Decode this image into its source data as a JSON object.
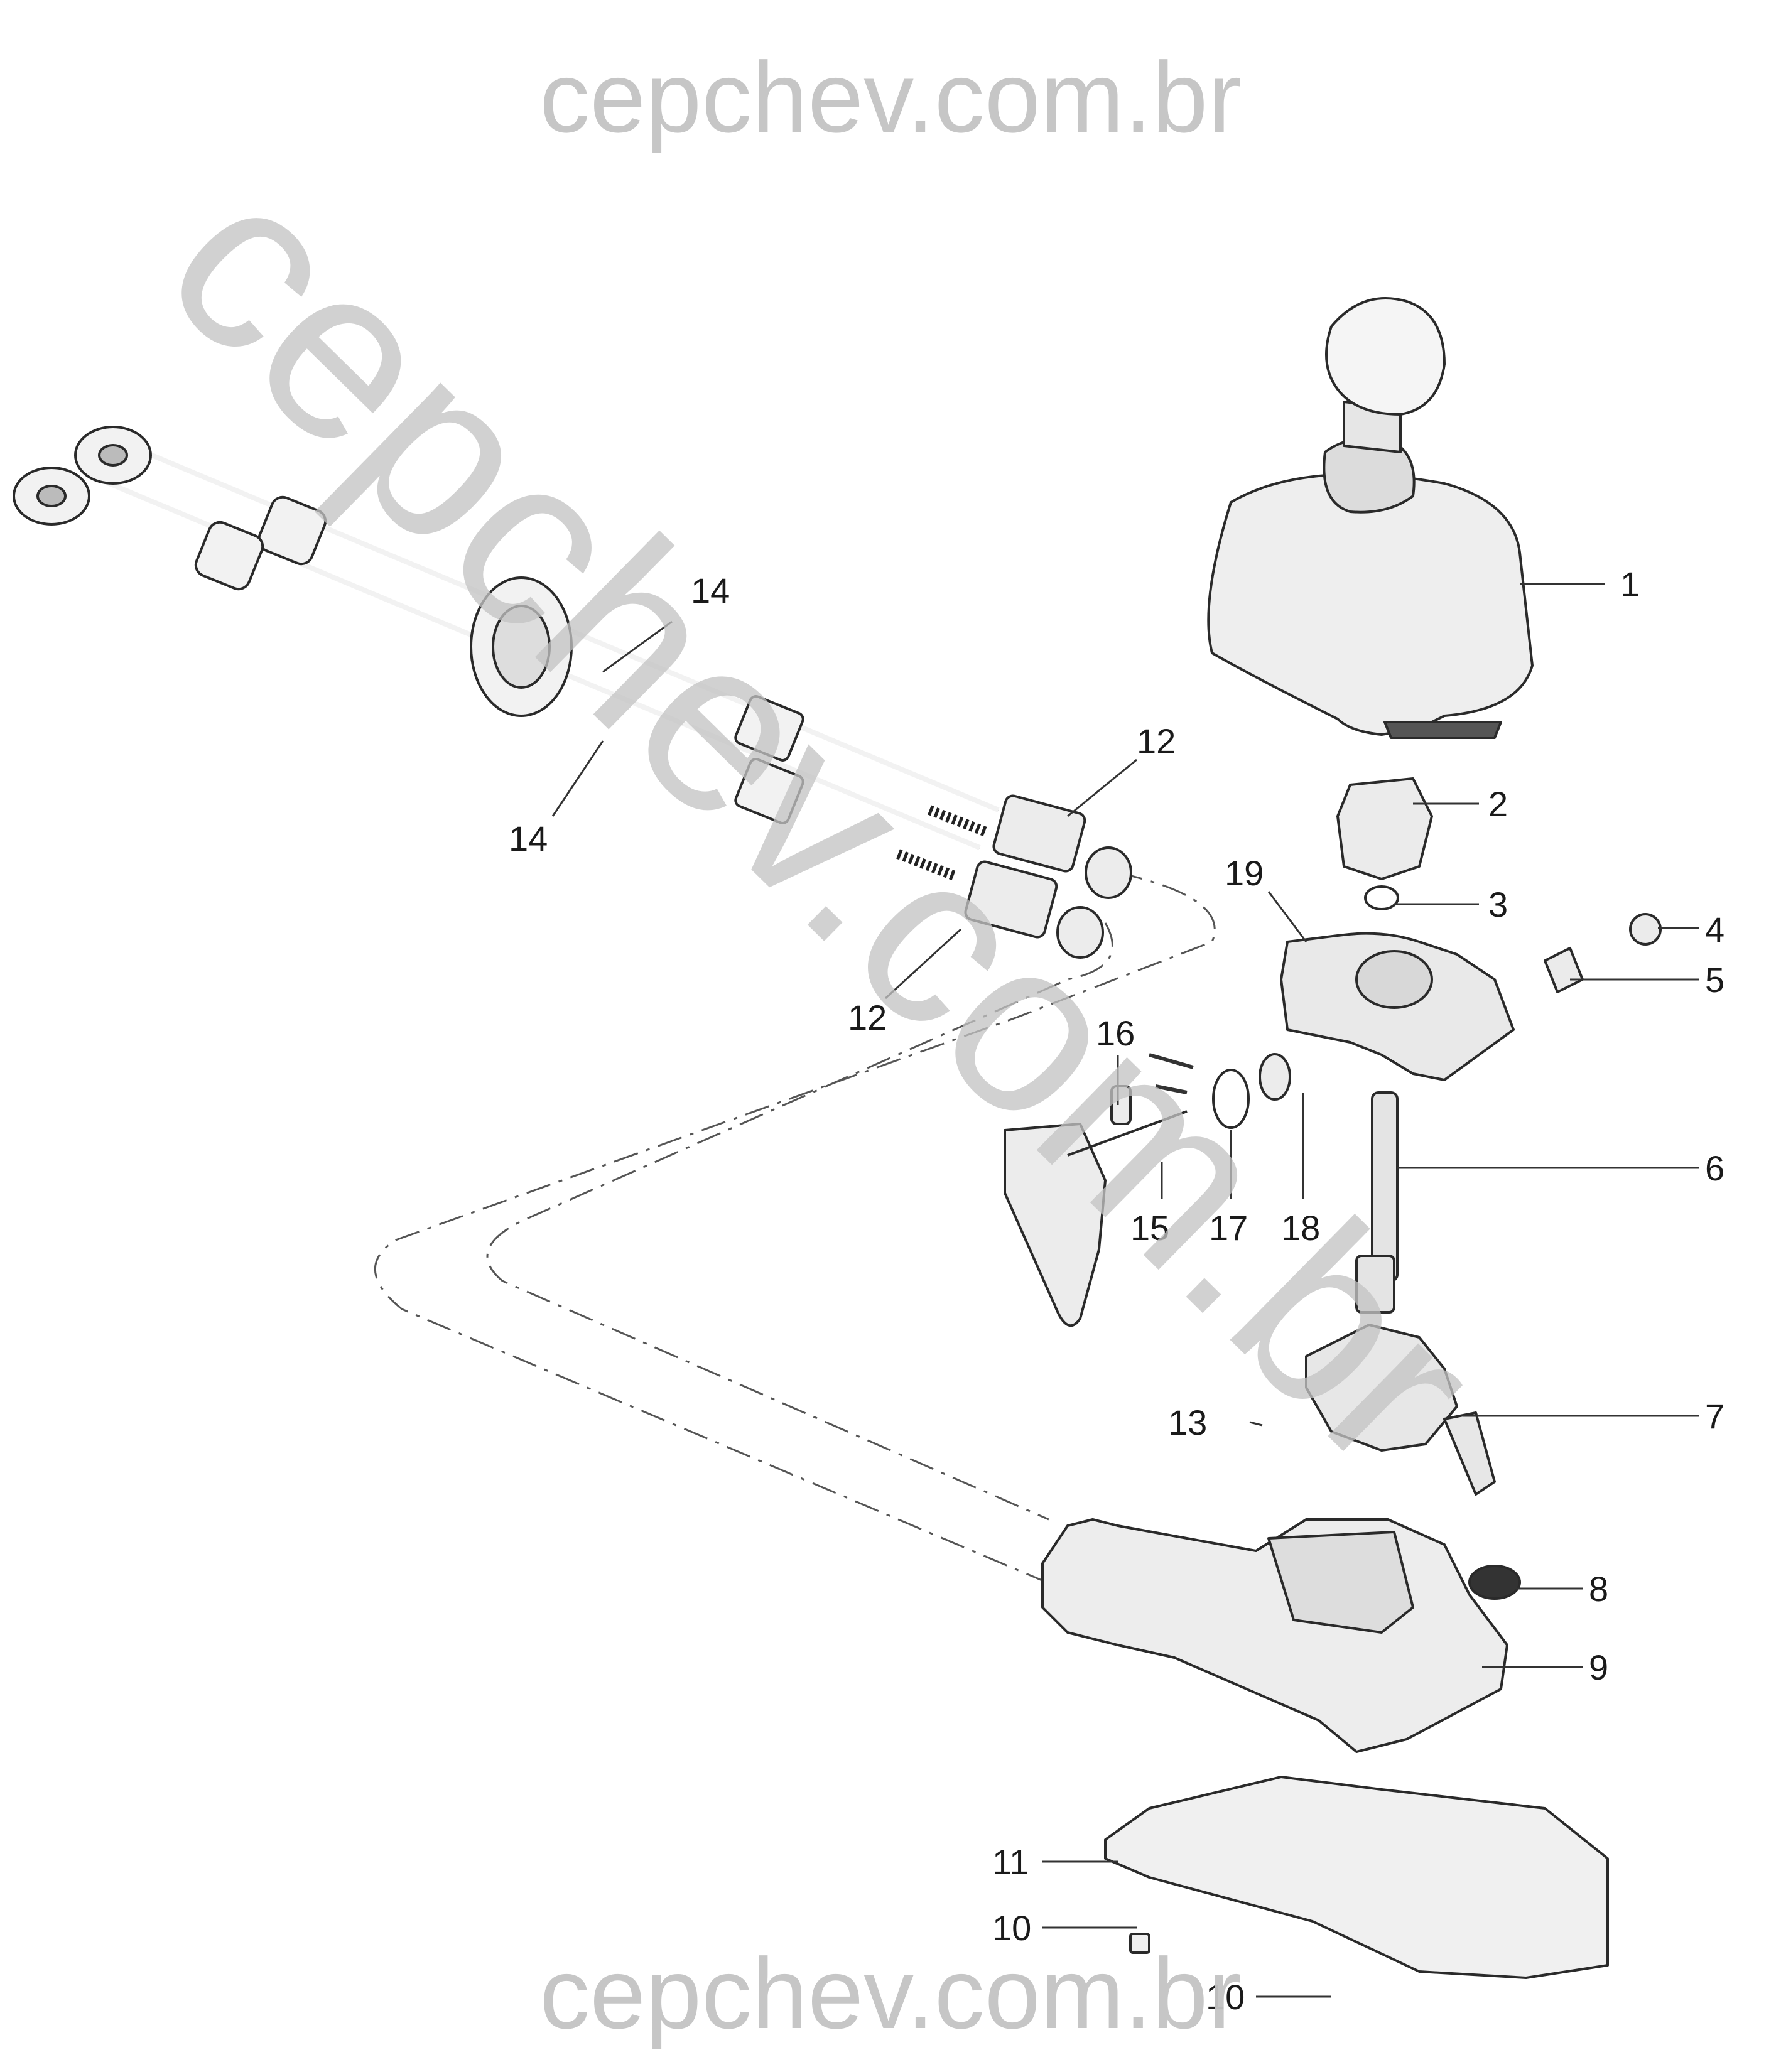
{
  "watermark": {
    "top": "cepchev.com.br",
    "bottom": "cepchev.com.br",
    "diagonal": "cepchev.com.br",
    "color": "#c4c4c4"
  },
  "callouts": [
    {
      "id": "c1",
      "label": "1"
    },
    {
      "id": "c2",
      "label": "2"
    },
    {
      "id": "c3",
      "label": "3"
    },
    {
      "id": "c4",
      "label": "4"
    },
    {
      "id": "c5",
      "label": "5"
    },
    {
      "id": "c6",
      "label": "6"
    },
    {
      "id": "c7",
      "label": "7"
    },
    {
      "id": "c8",
      "label": "8"
    },
    {
      "id": "c9",
      "label": "9"
    },
    {
      "id": "c10a",
      "label": "10"
    },
    {
      "id": "c10b",
      "label": "10"
    },
    {
      "id": "c11",
      "label": "11"
    },
    {
      "id": "c12a",
      "label": "12"
    },
    {
      "id": "c12b",
      "label": "12"
    },
    {
      "id": "c13",
      "label": "13"
    },
    {
      "id": "c14a",
      "label": "14"
    },
    {
      "id": "c14b",
      "label": "14"
    },
    {
      "id": "c15",
      "label": "15"
    },
    {
      "id": "c16",
      "label": "16"
    },
    {
      "id": "c17",
      "label": "17"
    },
    {
      "id": "c18",
      "label": "18"
    },
    {
      "id": "c19",
      "label": "19"
    }
  ]
}
